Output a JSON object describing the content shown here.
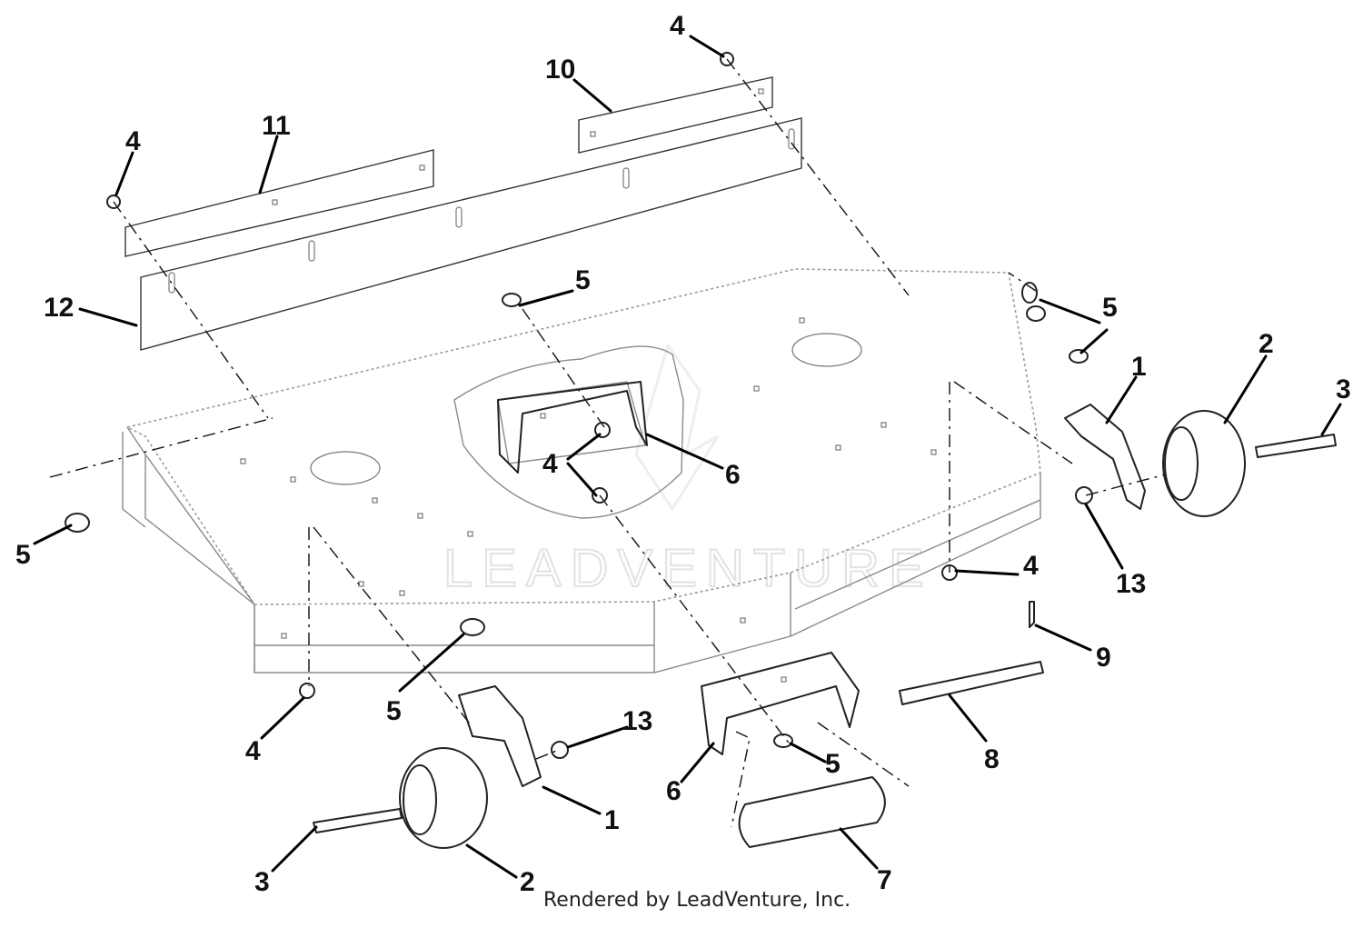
{
  "diagram": {
    "watermark": "LEADVENTURE",
    "credit": "Rendered by LeadVenture, Inc.",
    "callouts": [
      "4",
      "10",
      "11",
      "4",
      "12",
      "5",
      "5",
      "5",
      "1",
      "2",
      "3",
      "4",
      "6",
      "5",
      "13",
      "4",
      "9",
      "5",
      "4",
      "13",
      "8",
      "5",
      "6",
      "1",
      "3",
      "2",
      "7"
    ]
  }
}
